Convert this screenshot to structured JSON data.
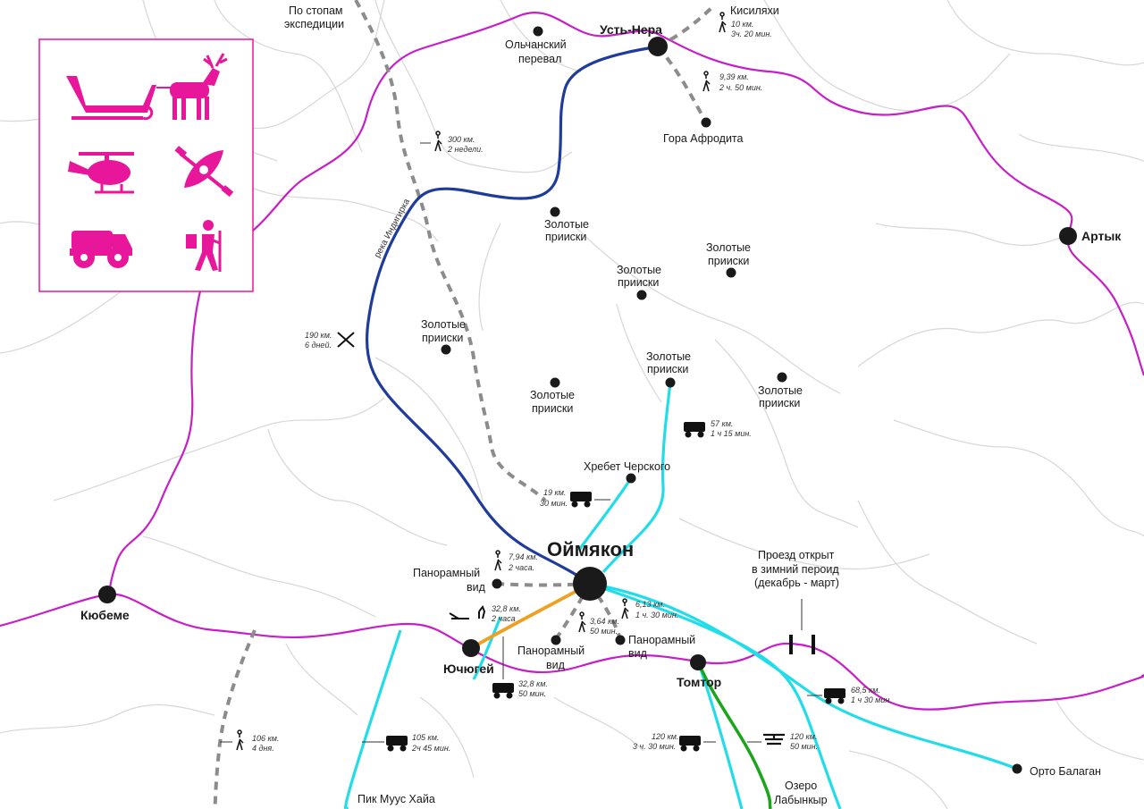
{
  "colors": {
    "border": "#c81ec8",
    "legend_icons": "#e8169a",
    "river": "#1f3c9c",
    "car_route": "#22dde8",
    "walking_route": "#8c8c8c",
    "sled_route": "#f0a020",
    "helicopter_route": "#1aa51a",
    "terrain": "#d9d9d9"
  },
  "legend": {
    "icons": [
      "reindeer-sled-icon",
      "kayak-icon",
      "helicopter-icon",
      "offroad-truck-icon",
      "hiker-icon"
    ]
  },
  "places": {
    "oymyakon": "Оймякон",
    "ust_nera": "Усть-Нера",
    "artyk": "Артык",
    "kyubeme": "Кюбеме",
    "yuchyugei": "Ючюгей",
    "tomtor": "Томтор",
    "kisilyakh": "Кисиляхи",
    "olchansky_1": "Ольчанский",
    "olchansky_2": "перевал",
    "afrodita": "Гора Афродита",
    "expedition_1": "По стопам",
    "expedition_2": "экспедиции",
    "cherskogo": "Хребет Черского",
    "orto_balagan": "Орто Балаган",
    "lake_1": "Озеро",
    "lake_2": "Лабынкыр",
    "muus_khaya": "Пик Муус Хайа",
    "gold_1": "Золотые",
    "gold_2": "прииски",
    "panorama_1": "Панорамный",
    "panorama_2": "вид",
    "winter_1": "Проезд открыт",
    "winter_2": "в зимний пероид",
    "winter_3": "(декабрь - март)",
    "river_name": "река Индигирка"
  },
  "routes": {
    "kisilyakh": {
      "km": "10 км.",
      "time": "3ч. 20 мин."
    },
    "afrodita": {
      "km": "9,39 км.",
      "time": "2 ч. 50 мин."
    },
    "expedition": {
      "km": "300 км.",
      "time": "2 недели."
    },
    "kayak": {
      "km": "190 км.",
      "time": "6 дней."
    },
    "gold_car": {
      "km": "57 км.",
      "time": "1 ч 15 мин."
    },
    "cherskogo": {
      "km": "19 км.",
      "time": "30 мин."
    },
    "panorama_walk": {
      "km": "7,94 км.",
      "time": "2 часа."
    },
    "sled": {
      "km": "32,8 км.",
      "time": "2 часа"
    },
    "walk_east": {
      "km": "6,13 км.",
      "time": "1 ч. 30 мин."
    },
    "walk_south": {
      "km": "3,64 км.",
      "time": "50 мин."
    },
    "car_yuchyugei": {
      "km": "32,8 км.",
      "time": "50 мин."
    },
    "orto_car": {
      "km": "68,5 км.",
      "time": "1 ч 30 мин."
    },
    "lake_car": {
      "km": "120 км.",
      "time": "3 ч. 30 мин."
    },
    "lake_heli": {
      "km": "120 км.",
      "time": "50 мин."
    },
    "muus_car": {
      "km": "105 км.",
      "time": "2ч 45 мин."
    },
    "west_walk": {
      "km": "106 км.",
      "time": "4 дня."
    }
  }
}
